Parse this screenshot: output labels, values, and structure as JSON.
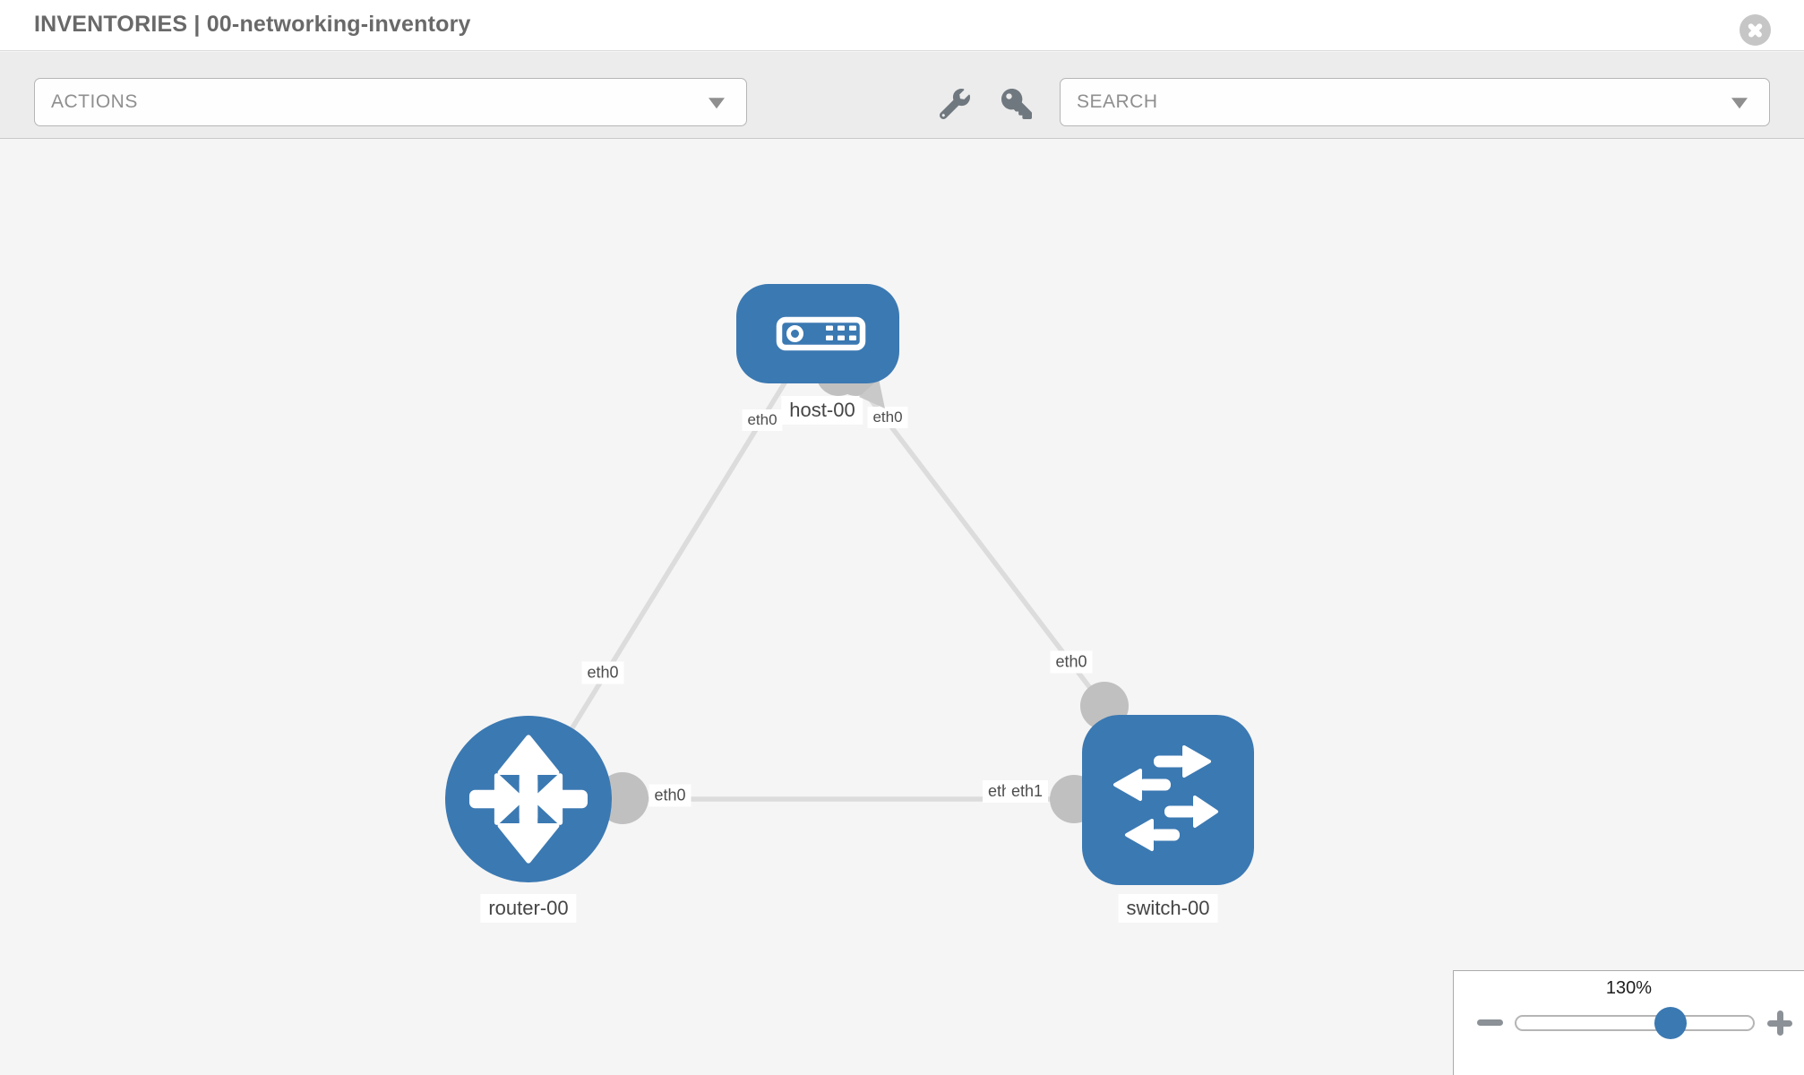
{
  "header": {
    "title": "INVENTORIES | 00-networking-inventory",
    "close_icon": "circle-x"
  },
  "toolbar": {
    "actions": {
      "label": "ACTIONS",
      "caret_icon": "chevron-down"
    },
    "search": {
      "label": "SEARCH",
      "caret_icon": "chevron-down"
    },
    "wrench_icon": "wrench",
    "key_icon": "key"
  },
  "diagram": {
    "nodes": [
      {
        "id": "host-00",
        "type": "host",
        "label": "host-00",
        "icon": "host-server-icon"
      },
      {
        "id": "router-00",
        "type": "router",
        "label": "router-00",
        "icon": "router-arrows-icon"
      },
      {
        "id": "switch-00",
        "type": "switch",
        "label": "switch-00",
        "icon": "switch-arrows-icon"
      }
    ],
    "interface_labels": [
      {
        "id": "host-left-eth0",
        "text": "eth0"
      },
      {
        "id": "host-right-eth0",
        "text": "eth0"
      },
      {
        "id": "router-host-link-eth0",
        "text": "eth0"
      },
      {
        "id": "router-right-eth0",
        "text": "eth0"
      },
      {
        "id": "host-switch-link-eth0",
        "text": "eth0"
      },
      {
        "id": "switch-left-eth1-under",
        "text": "eth1"
      },
      {
        "id": "switch-left-eth1",
        "text": "eth1"
      }
    ],
    "links": [
      {
        "from": "router-00",
        "to": "host-00"
      },
      {
        "from": "host-00",
        "to": "switch-00"
      },
      {
        "from": "router-00",
        "to": "switch-00"
      }
    ]
  },
  "zoom_control": {
    "level": "130%",
    "minus_icon": "minus",
    "plus_icon": "plus"
  },
  "colors": {
    "node_blue": "#3b79b2",
    "link_gray": "#dcdcdc",
    "connector_gray": "#c0c0c0",
    "toolbar_gray": "#ececec"
  }
}
